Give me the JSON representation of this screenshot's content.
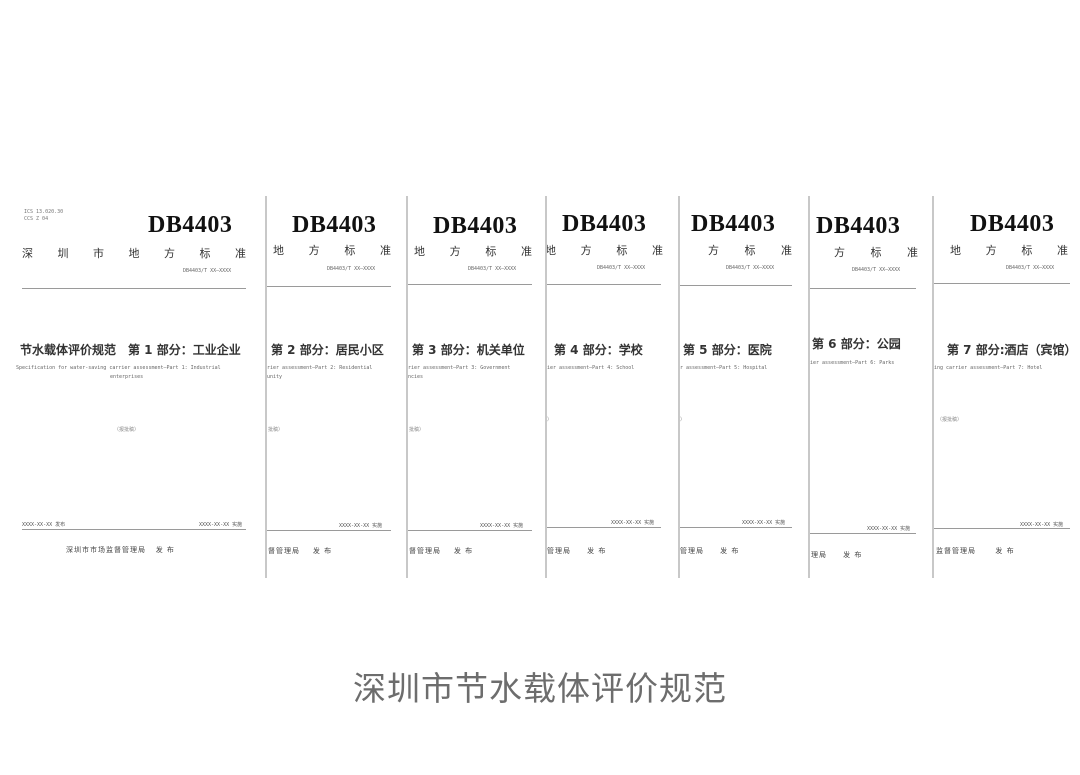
{
  "caption": "深圳市节水载体评价规范",
  "common": {
    "standard_code": "DB4403",
    "local_standard_full": [
      "深",
      "圳",
      "市",
      "地",
      "方",
      "标",
      "准"
    ],
    "doc_number": "DB4403/T XX—XXXX",
    "draft_label": "（报批稿）",
    "publish_date": "XXXX-XX-XX 发布",
    "implement_date": "XXXX-XX-XX 实施",
    "issuer": "深圳市市场监督管理局",
    "issue_word": "发 布"
  },
  "covers": [
    {
      "ics": "ICS 13.020.30",
      "ccs": "CCS Z 04",
      "local_standard": [
        "深",
        "圳",
        "市",
        "地",
        "方",
        "标",
        "准"
      ],
      "title": "节水载体评价规范　第 1 部分：工业企业",
      "english_line1": "Specification for water-saving carrier assessment—Part 1: Industrial",
      "english_line2": "enterprises",
      "draft": "（报批稿）",
      "publish_date": "XXXX-XX-XX 发布",
      "implement_date": "XXXX-XX-XX 实施",
      "issuer": "深圳市市场监督管理局",
      "issue_word": "发 布"
    },
    {
      "local_standard": [
        "地",
        "方",
        "标",
        "准"
      ],
      "title": "第 2 部分：居民小区",
      "english_line1": "rier assessment—Part 2: Residential",
      "english_line2": "unity",
      "draft": "批稿）",
      "implement_date": "XXXX-XX-XX 实施",
      "issuer": "督管理局",
      "issue_word": "发 布"
    },
    {
      "local_standard": [
        "地",
        "方",
        "标",
        "准"
      ],
      "title": "第 3 部分：机关单位",
      "english_line1": "rier assessment—Part 3: Government",
      "english_line2": "ncies",
      "draft": "批稿）",
      "implement_date": "XXXX-XX-XX 实施",
      "issuer": "督管理局",
      "issue_word": "发 布"
    },
    {
      "local_standard": [
        "地",
        "方",
        "标",
        "准"
      ],
      "title": "第 4 部分：学校",
      "english_line1": "ier assessment—Part 4: School",
      "draft": "）",
      "implement_date": "XXXX-XX-XX 实施",
      "issuer": "管理局",
      "issue_word": "发 布"
    },
    {
      "local_standard": [
        "方",
        "标",
        "准"
      ],
      "title": "第 5 部分：医院",
      "english_line1": "r assessment—Part 5: Hospital",
      "draft": "）",
      "implement_date": "XXXX-XX-XX 实施",
      "issuer": "管理局",
      "issue_word": "发 布"
    },
    {
      "local_standard": [
        "方",
        "标",
        "准"
      ],
      "title": "第 6 部分：公园",
      "english_line1": "ier assessment—Part 6: Parks",
      "implement_date": "XXXX-XX-XX 实施",
      "issuer": "理局",
      "issue_word": "发 布"
    },
    {
      "local_standard": [
        "地",
        "方",
        "标",
        "准"
      ],
      "title": "第 7 部分:酒店（宾馆）",
      "english_line1": "ing carrier assessment—Part 7: Hotel",
      "draft": "（报批稿）",
      "implement_date": "XXXX-XX-XX 实施",
      "issuer": "监督管理局",
      "issue_word": "发 布"
    }
  ]
}
